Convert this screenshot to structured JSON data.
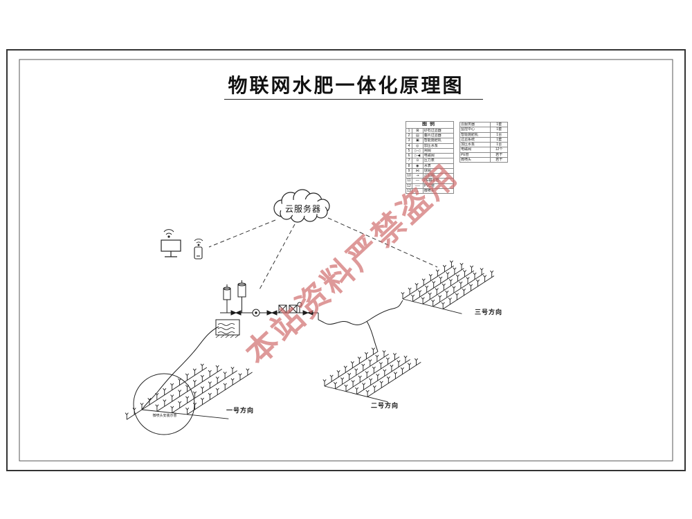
{
  "title": "物联网水肥一体化原理图",
  "watermark": "本站资料严禁盗用",
  "cloud": {
    "label": "云服务器"
  },
  "legend": {
    "title": "图例",
    "rows": [
      {
        "num": "1",
        "sym": "⊠",
        "name": "砂石过滤器"
      },
      {
        "num": "2",
        "sym": "▤",
        "name": "叠片过滤器"
      },
      {
        "num": "3",
        "sym": "▣",
        "name": "智能施肥机"
      },
      {
        "num": "4",
        "sym": "◎",
        "name": "加压水泵"
      },
      {
        "num": "5",
        "sym": "▷◁",
        "name": "闸阀"
      },
      {
        "num": "6",
        "sym": "▷◀",
        "name": "电磁阀"
      },
      {
        "num": "7",
        "sym": "⊙",
        "name": "压力表"
      },
      {
        "num": "8",
        "sym": "◉",
        "name": "水表"
      },
      {
        "num": "9",
        "sym": "⋈",
        "name": "球阀"
      },
      {
        "num": "10",
        "sym": "⇥",
        "name": "止回阀"
      },
      {
        "num": "11",
        "sym": "—",
        "name": "PE输水管"
      },
      {
        "num": "12",
        "sym": "──",
        "name": "PVC管"
      },
      {
        "num": "13",
        "sym": "⊥",
        "name": "微喷头"
      }
    ]
  },
  "materials": {
    "rows": [
      {
        "name": "云服务器",
        "qty": "1套"
      },
      {
        "name": "监控中心",
        "qty": "1套"
      },
      {
        "name": "智能施肥机",
        "qty": "1台"
      },
      {
        "name": "过滤系统",
        "qty": "1套"
      },
      {
        "name": "加压水泵",
        "qty": "1台"
      },
      {
        "name": "电磁阀",
        "qty": "12个"
      },
      {
        "name": "PE管",
        "qty": "若干"
      },
      {
        "name": "微喷头",
        "qty": "若干"
      }
    ]
  },
  "fields": {
    "field1": "一号方向",
    "field2": "二号方向",
    "field3": "三号方向"
  },
  "detail": {
    "note": "微喷头安装示意"
  },
  "colors": {
    "line": "#1c1c1c",
    "watermark": "#cf6a6a"
  }
}
